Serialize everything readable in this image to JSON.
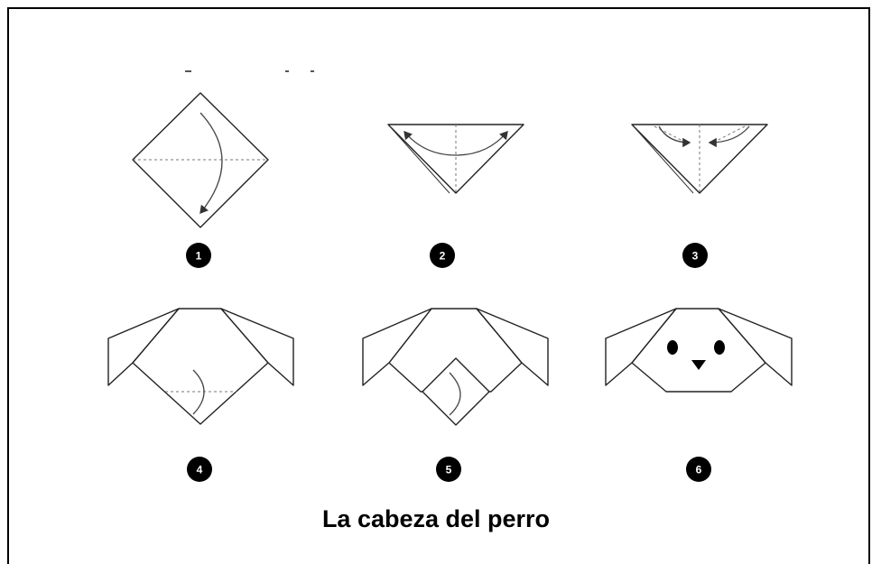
{
  "caption": "La cabeza del perro",
  "steps": [
    {
      "number": "1"
    },
    {
      "number": "2"
    },
    {
      "number": "3"
    },
    {
      "number": "4"
    },
    {
      "number": "5"
    },
    {
      "number": "6"
    }
  ],
  "colors": {
    "line": "#222222",
    "badge": "#000000",
    "background": "#ffffff"
  }
}
